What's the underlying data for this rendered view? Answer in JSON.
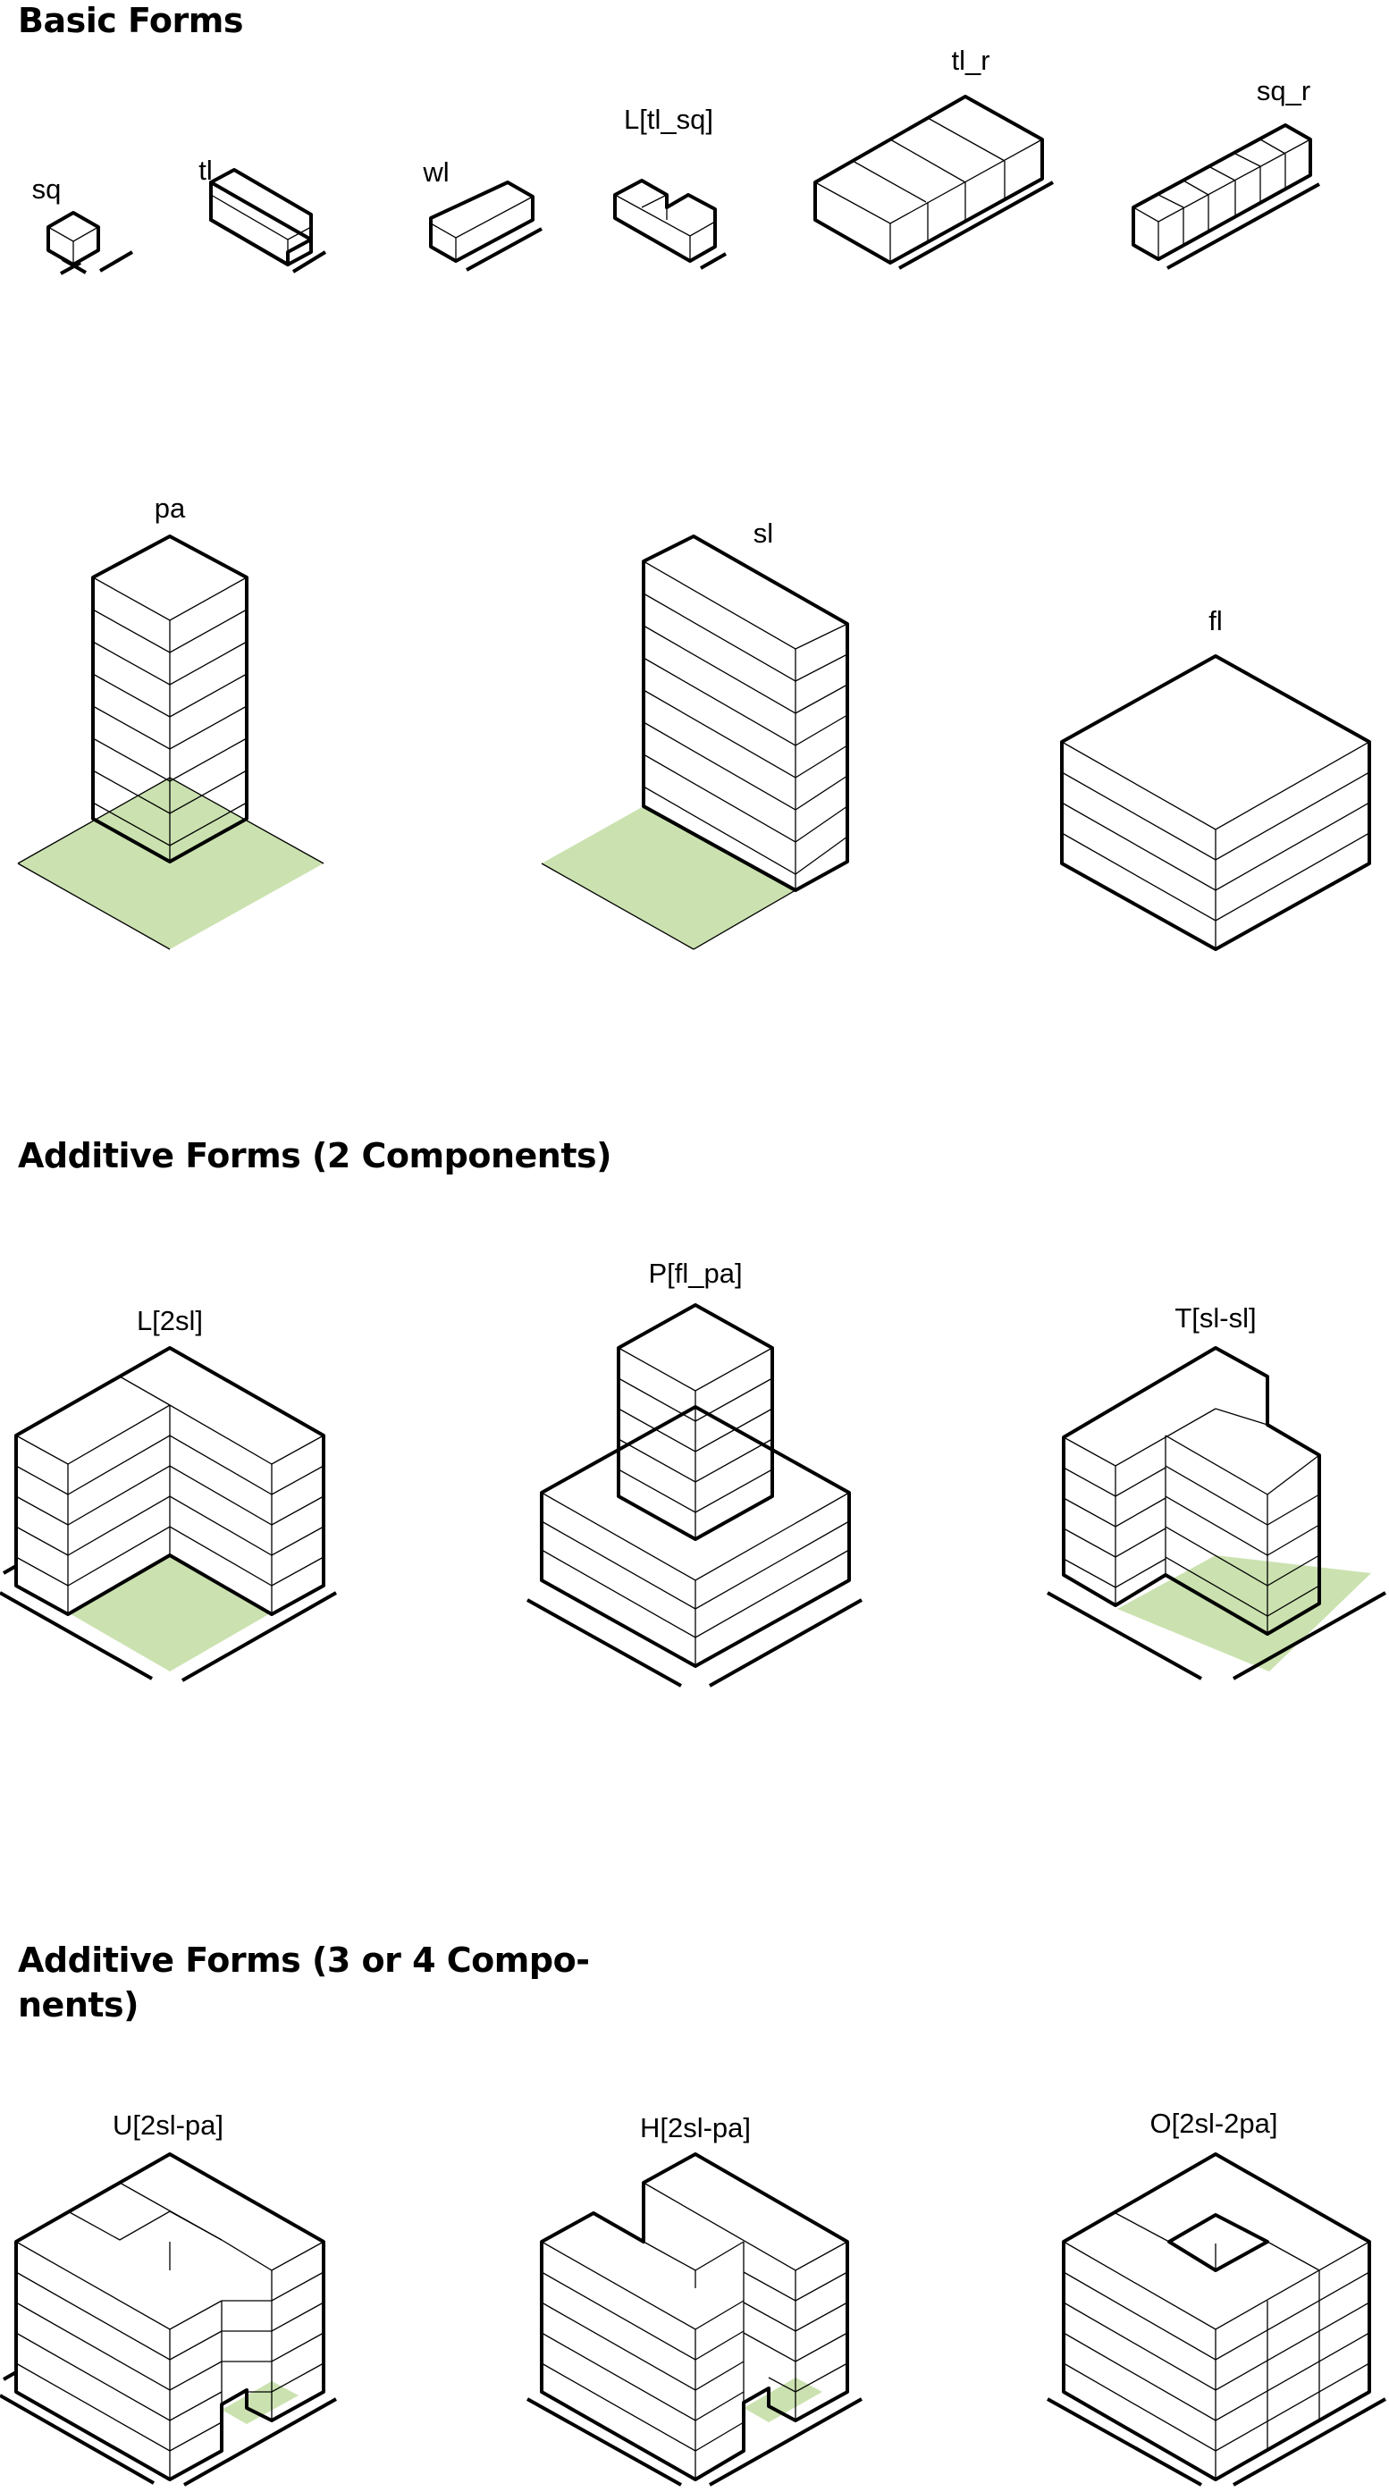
{
  "sections": {
    "basic": "Basic Forms",
    "additive2": "Additive Forms (2 Components)",
    "additive3_line1": "Additive Forms (3 or 4 Compo-",
    "additive3_line2": "nents)"
  },
  "labels": {
    "sq": "sq",
    "tl": "tl",
    "wl": "wl",
    "l_tl_sq": "L[tl_sq]",
    "tl_r": "tl_r",
    "sq_r": "sq_r",
    "pa": "pa",
    "sl": "sl",
    "fl": "fl",
    "l_2sl": "L[2sl]",
    "p_fl_pa": "P[fl_pa]",
    "t_sl_sl": "T[sl-sl]",
    "u_2sl_pa": "U[2sl-pa]",
    "h_2sl_pa": "H[2sl-pa]",
    "o_2sl_2pa": "O[2sl-2pa]"
  },
  "colors": {
    "ground": "#cbe2b0",
    "line": "#000000",
    "face": "#ffffff"
  }
}
